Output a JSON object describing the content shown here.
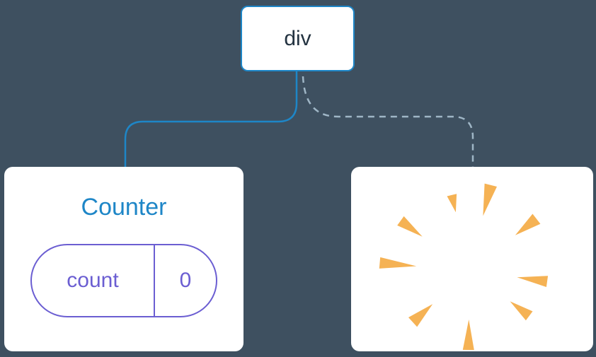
{
  "diagram": {
    "root_node": {
      "label": "div"
    },
    "counter_node": {
      "title": "Counter",
      "state": {
        "key": "count",
        "value": "0"
      }
    },
    "removed_node": {
      "icon": "poof-burst-icon"
    },
    "edges": [
      {
        "from": "div",
        "to": "Counter",
        "style": "solid"
      },
      {
        "from": "div",
        "to": "removed",
        "style": "dashed"
      }
    ]
  },
  "colors": {
    "canvas-bg": "#3e5060",
    "node-bg": "#ffffff",
    "blue": "#1e86c7",
    "ink": "#243341",
    "purple": "#6b5ed2",
    "dashed-line": "#9fb6c6",
    "burst-orange": "#f5b254"
  }
}
